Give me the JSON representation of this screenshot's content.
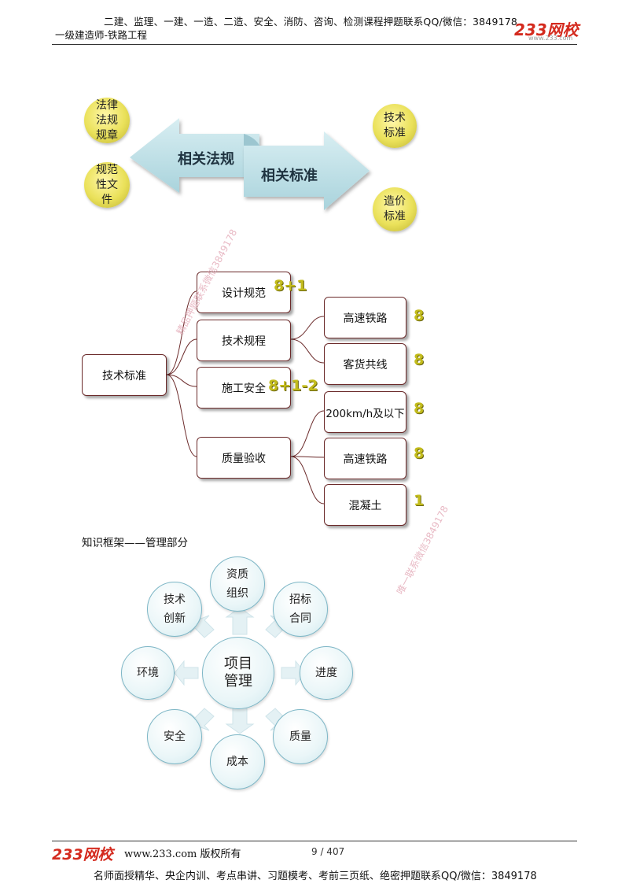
{
  "header": {
    "line1": "二建、监理、一建、一造、二造、安全、消防、咨询、检测课程押题联系QQ/微信：3849178",
    "line2": "一级建造师-铁路工程",
    "logo": "233网校",
    "logo_sub": "www.233.com"
  },
  "diagram1": {
    "left_circles": [
      "法律法规规章",
      "规范性文件"
    ],
    "right_circles": [
      "技术标准",
      "造价标准"
    ],
    "arrow_left": "相关法规",
    "arrow_right": "相关标准"
  },
  "diagram2": {
    "root": "技术标准",
    "level1": [
      "设计规范",
      "技术规程",
      "施工安全",
      "质量验收"
    ],
    "level1_numbers": [
      "8+1",
      "8+1-2"
    ],
    "level2": [
      "高速铁路",
      "客货共线",
      "200km/h及以下",
      "高速铁路",
      "混凝土"
    ],
    "level2_numbers": [
      "8",
      "8",
      "8",
      "8",
      "1"
    ]
  },
  "section_title": "知识框架——管理部分",
  "diagram3": {
    "center": "项目管理",
    "nodes": [
      "资质组织",
      "招标合同",
      "进度",
      "质量",
      "成本",
      "安全",
      "环境",
      "技术创新"
    ]
  },
  "watermarks": [
    "精品押题联系微信3849178",
    "唯一联系微信3849178"
  ],
  "footer": {
    "logo": "233网校",
    "site": "www.233.com 版权所有",
    "page": "9 / 407",
    "line": "名师面授精华、央企内训、考点串讲、习题模考、考前三页纸、绝密押题联系QQ/微信：3849178"
  },
  "colors": {
    "olive": "#eae15a",
    "arrow": "#bfe0e6",
    "box_border": "#6b2a2a",
    "number": "#c3bc1c",
    "bubble_border": "#7db6c6",
    "logo_red": "#d42a1e"
  }
}
